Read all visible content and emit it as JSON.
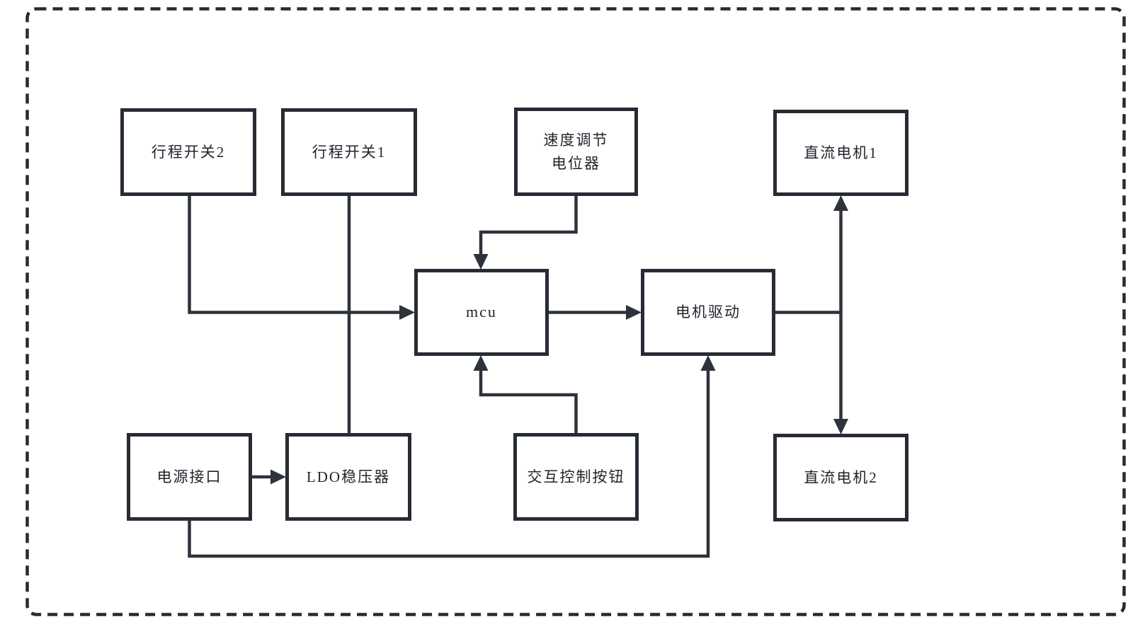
{
  "figure": {
    "kind": "block-diagram",
    "colors": {
      "background": "#ffffff",
      "line": "#2e333b",
      "box_border": "#272c34",
      "text": "#20252c",
      "border_dash": "#262b33"
    },
    "nodes": {
      "travel_switch_2": {
        "label": "行程开关2"
      },
      "travel_switch_1": {
        "label": "行程开关1"
      },
      "speed_potentiometer": {
        "label": "速度调节\n电位器"
      },
      "dc_motor_1": {
        "label": "直流电机1"
      },
      "mcu": {
        "label": "mcu"
      },
      "motor_driver": {
        "label": "电机驱动"
      },
      "power_interface": {
        "label": "电源接口"
      },
      "ldo_regulator": {
        "label": "LDO稳压器"
      },
      "control_button": {
        "label": "交互控制按钮"
      },
      "dc_motor_2": {
        "label": "直流电机2"
      }
    },
    "edges": [
      {
        "from": "travel_switch_2",
        "to": "mcu",
        "arrow": "end"
      },
      {
        "from": "travel_switch_1",
        "to": "mcu",
        "arrow": "end",
        "note": "joins travel_switch_2 input line"
      },
      {
        "from": "travel_switch_1",
        "to": "ldo_regulator",
        "arrow": "none"
      },
      {
        "from": "speed_potentiometer",
        "to": "mcu",
        "arrow": "end"
      },
      {
        "from": "mcu",
        "to": "motor_driver",
        "arrow": "end"
      },
      {
        "from": "control_button",
        "to": "mcu",
        "arrow": "end"
      },
      {
        "from": "power_interface",
        "to": "ldo_regulator",
        "arrow": "end"
      },
      {
        "from": "power_interface",
        "to": "motor_driver",
        "arrow": "end",
        "note": "routed along bottom"
      },
      {
        "from": "motor_driver",
        "to": "dc_motor_1",
        "arrow": "end"
      },
      {
        "from": "motor_driver",
        "to": "dc_motor_2",
        "arrow": "end"
      }
    ]
  }
}
